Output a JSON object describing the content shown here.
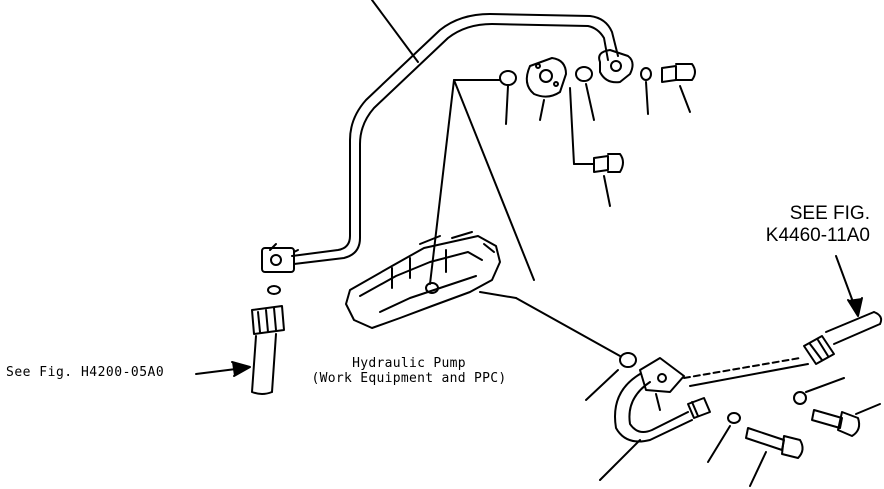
{
  "diagram": {
    "ink_color": "#000000",
    "background": "#ffffff",
    "labels": {
      "ref_right_line1": "SEE FIG.",
      "ref_right_line2": "K4460-11A0",
      "ref_left": "See Fig. H4200-05A0",
      "pump_line1": "Hydraulic Pump",
      "pump_line2": "(Work Equipment and PPC)"
    }
  }
}
